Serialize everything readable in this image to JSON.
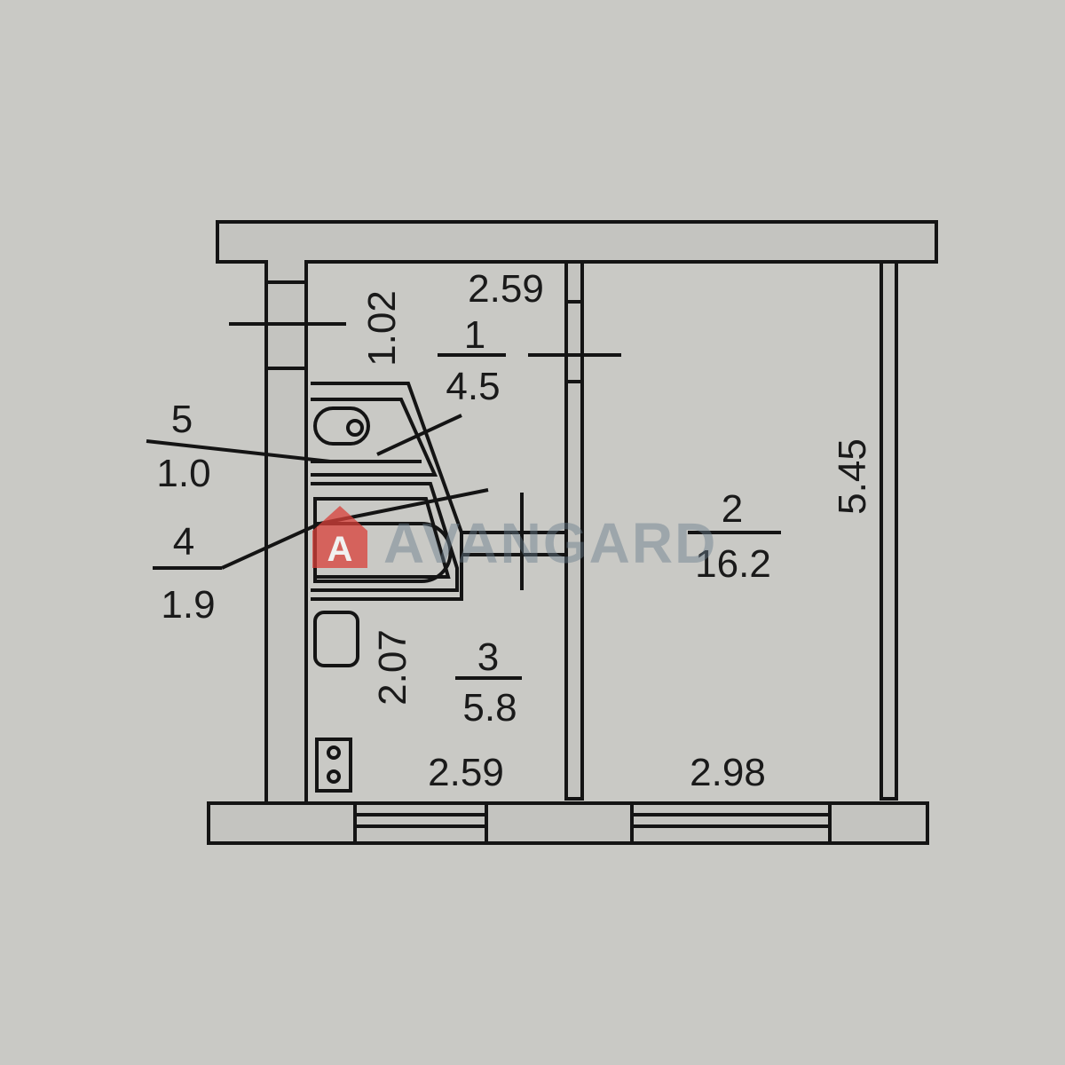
{
  "plan": {
    "rooms": [
      {
        "number": "1",
        "area": "4.5"
      },
      {
        "number": "2",
        "area": "16.2"
      },
      {
        "number": "3",
        "area": "5.8"
      },
      {
        "number": "4",
        "area": "1.9"
      },
      {
        "number": "5",
        "area": "1.0"
      }
    ],
    "dimensions": {
      "room1_width": "2.59",
      "room1_depth": "1.02",
      "room2_width": "2.98",
      "room2_length": "5.45",
      "room3_width": "2.59",
      "room3_depth": "2.07"
    }
  },
  "watermark": {
    "text": "AVANGARD",
    "logo_letter": "A",
    "logo_color": "#d9403a"
  }
}
